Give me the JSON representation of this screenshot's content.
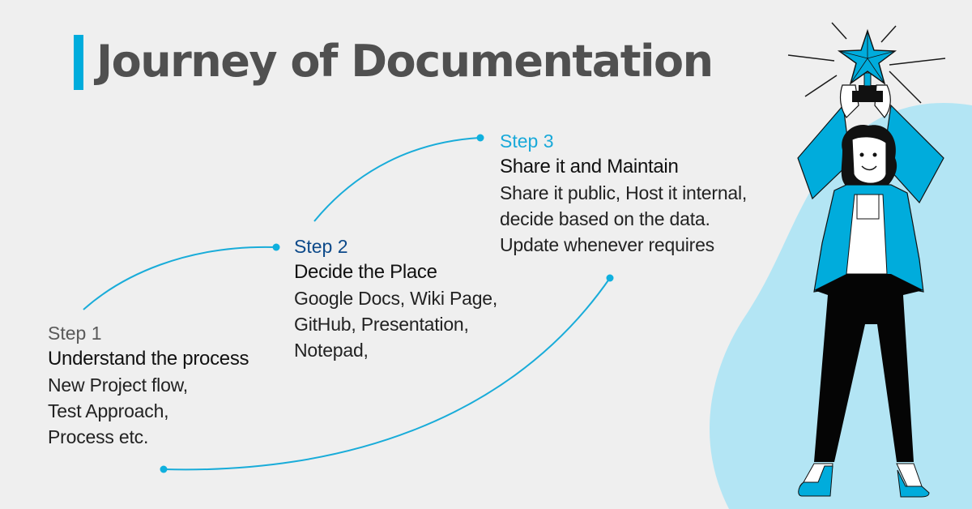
{
  "title": "Journey of Documentation",
  "colors": {
    "background": "#efefef",
    "accent": "#00acdc",
    "title_text": "#505050",
    "blob": "#b3e5f4",
    "step1_label": "#5a5a5a",
    "step2_label": "#0d4a8a",
    "step3_label": "#19a9d9",
    "connector": "#19acd9"
  },
  "steps": [
    {
      "label": "Step 1",
      "heading": "Understand the process",
      "lines": [
        "New Project flow,",
        "Test Approach,",
        "Process etc."
      ]
    },
    {
      "label": "Step 2",
      "heading": "Decide the Place",
      "lines": [
        "Google Docs, Wiki Page,",
        "GitHub, Presentation,",
        "Notepad,"
      ]
    },
    {
      "label": "Step 3",
      "heading": "Share it and Maintain",
      "lines": [
        "Share it public, Host it internal,",
        "decide based on the data.",
        "Update whenever requires"
      ]
    }
  ],
  "illustration": {
    "subject": "woman-holding-star-trophy",
    "icons": [
      "star-trophy-icon",
      "person-illustration",
      "background-blob"
    ]
  }
}
